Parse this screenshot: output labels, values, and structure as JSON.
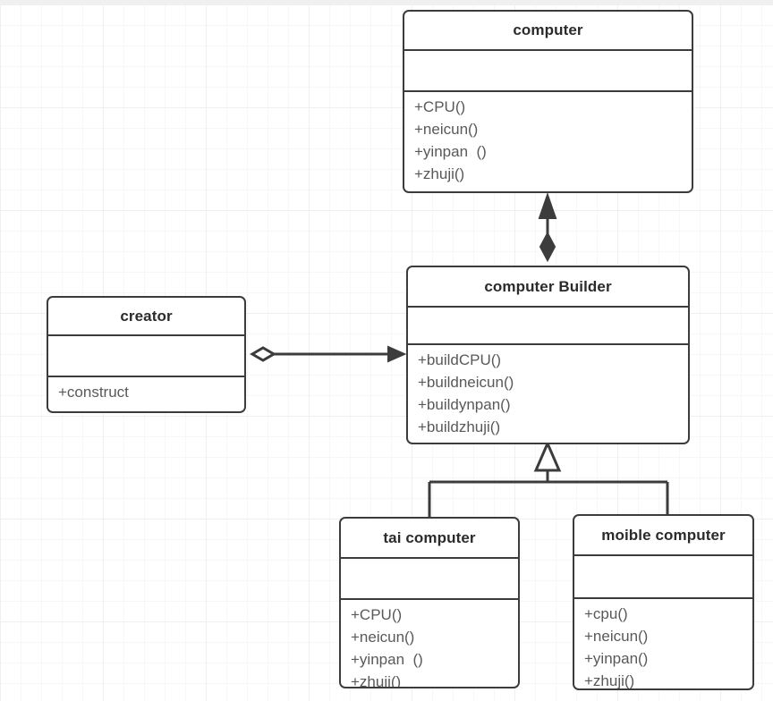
{
  "diagram": {
    "kind": "uml-class-diagram",
    "background": "#ffffff",
    "grid_color": "#efefef",
    "line_color": "#3c3c3c",
    "title_color": "#2b2b2b",
    "member_color": "#58595b"
  },
  "classes": {
    "computer": {
      "name": "computer",
      "attributes": [],
      "operations": [
        "+CPU()",
        "+neicun()",
        "+yinpan  ()",
        "+zhuji()"
      ]
    },
    "computer_builder": {
      "name": "computer Builder",
      "attributes": [],
      "operations": [
        "+buildCPU()",
        "+buildneicun()",
        "+buildynpan()",
        "+buildzhuji()"
      ]
    },
    "creator": {
      "name": "creator",
      "attributes": [],
      "operations": [
        "+construct"
      ]
    },
    "tai_computer": {
      "name": "tai computer",
      "attributes": [],
      "operations": [
        "+CPU()",
        "+neicun()",
        "+yinpan  ()",
        "+zhuji()"
      ]
    },
    "moible_computer": {
      "name": "moible computer",
      "attributes": [],
      "operations": [
        "+cpu()",
        "+neicun()",
        "+yinpan()",
        "+zhuji()"
      ]
    }
  },
  "relationships": [
    {
      "id": "builder-composes-computer",
      "type": "composition",
      "from": "computer Builder",
      "to": "computer",
      "source_decoration": "filled-diamond",
      "target_decoration": "filled-arrow"
    },
    {
      "id": "creator-aggregates-builder",
      "type": "aggregation",
      "from": "creator",
      "to": "computer Builder",
      "source_decoration": "hollow-diamond",
      "target_decoration": "filled-arrow"
    },
    {
      "id": "tai-inherits-builder",
      "type": "generalization",
      "from": "tai computer",
      "to": "computer Builder",
      "target_decoration": "hollow-triangle"
    },
    {
      "id": "moible-inherits-builder",
      "type": "generalization",
      "from": "moible computer",
      "to": "computer Builder",
      "target_decoration": "hollow-triangle"
    }
  ]
}
